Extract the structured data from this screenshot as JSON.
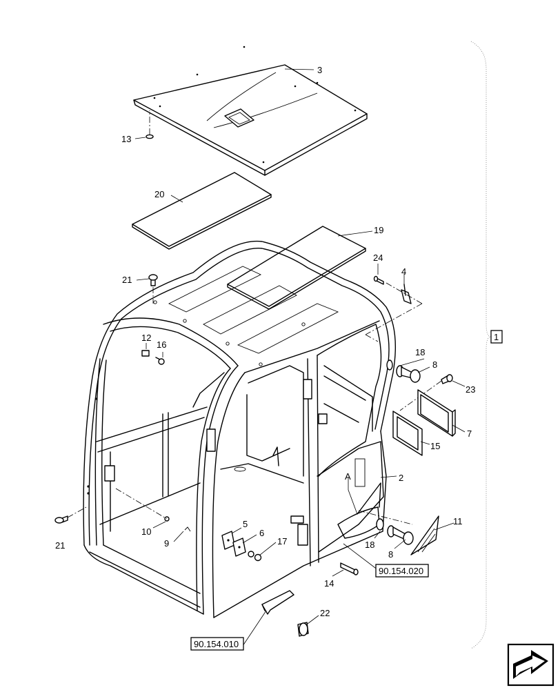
{
  "callouts": {
    "c1": "1",
    "c2": "2",
    "c3": "3",
    "c4": "4",
    "c5": "5",
    "c6": "6",
    "c7": "7",
    "c8a": "8",
    "c8b": "8",
    "c9": "9",
    "c10": "10",
    "c11": "11",
    "c12": "12",
    "c13": "13",
    "c14": "14",
    "c15": "15",
    "c16": "16",
    "c17": "17",
    "c18a": "18",
    "c18b": "18",
    "c19": "19",
    "c20": "20",
    "c21a": "21",
    "c21b": "21",
    "c22": "22",
    "c23": "23",
    "c24": "24",
    "detail_a": "A"
  },
  "references": {
    "ref_door": "90.154.020",
    "ref_handle": "90.154.010"
  },
  "nav": {
    "icon": "next-page-arrow-icon"
  }
}
